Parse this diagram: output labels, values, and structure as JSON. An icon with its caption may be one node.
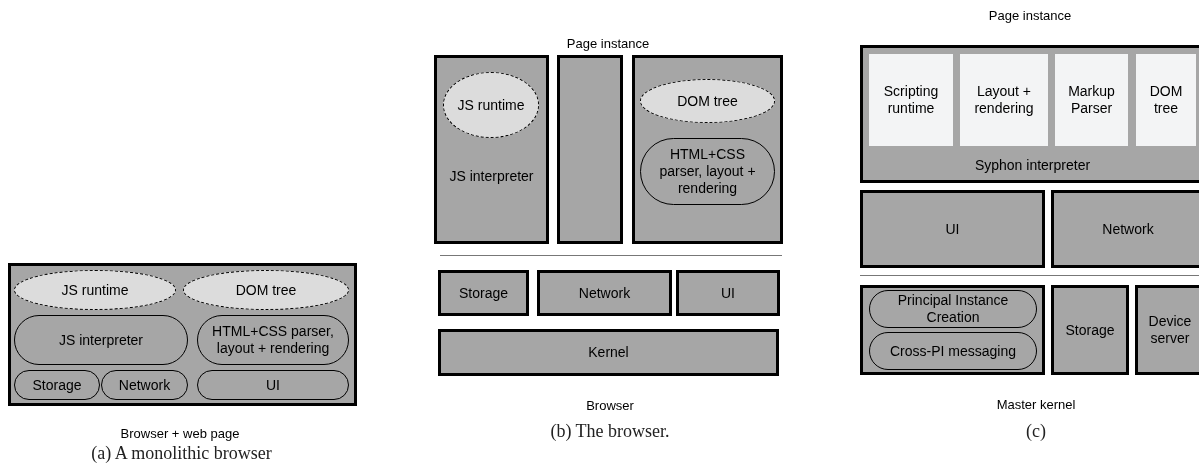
{
  "diagram": {
    "nodes": [
      {
        "text": [],
        "shape": "box"
      },
      {
        "text": [
          "JS runtime"
        ],
        "in": 0
      },
      {
        "text": [
          "DOM tree"
        ],
        "in": 0
      },
      {
        "text": [
          "JS interpreter"
        ],
        "in": 0
      },
      {
        "text": [
          "HTML+CSS parser, layout + rendering"
        ],
        "in": 0
      },
      {
        "text": [
          "Storage"
        ],
        "in": 0
      },
      {
        "text": [
          "Network"
        ],
        "in": 0
      },
      {
        "text": [
          "UI"
        ],
        "in": 0
      },
      {
        "text": [
          "JS interpreter"
        ]
      },
      {
        "text": [
          "JS runtime"
        ],
        "in": 8
      },
      {
        "text": [],
        "shape": "box"
      },
      {
        "text": [],
        "shape": "box"
      },
      {
        "text": [
          "DOM tree"
        ],
        "in": 11
      },
      {
        "text": [
          "HTML+CSS parser, layout + rendering"
        ],
        "in": 11
      },
      {
        "text": [
          "Storage"
        ]
      },
      {
        "text": [
          "Network"
        ]
      },
      {
        "text": [
          "UI"
        ]
      },
      {
        "text": [
          "Kernel"
        ]
      },
      {
        "text": [
          "Syphon interpreter"
        ]
      },
      {
        "text": [
          "Scripting runtime"
        ],
        "in": 18
      },
      {
        "text": [
          "Layout + rendering"
        ],
        "in": 18
      },
      {
        "text": [
          "Markup Parser"
        ],
        "in": 18
      },
      {
        "text": [
          "DOM tree"
        ],
        "in": 18
      },
      {
        "text": [
          "UI"
        ]
      },
      {
        "text": [
          "Network"
        ]
      },
      {
        "text": [],
        "shape": "box"
      },
      {
        "text": [
          "Principal Instance Creation"
        ],
        "in": 25
      },
      {
        "text": [
          "Cross-PI messaging"
        ],
        "in": 25
      },
      {
        "text": [
          "Storage"
        ]
      },
      {
        "text": [
          "Device server"
        ]
      }
    ],
    "labels": [
      "Page instance",
      "Page instance",
      "Browser + web page",
      "Browser",
      "Master kernel",
      "(a) A monolithic browser",
      "(b) The browser.",
      "(c)"
    ]
  }
}
